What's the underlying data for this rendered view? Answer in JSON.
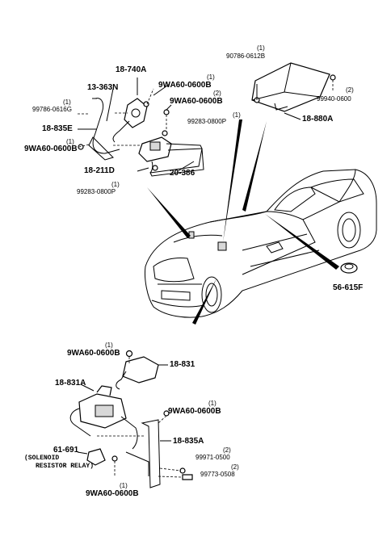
{
  "labels": {
    "p18_740a": "18-740A",
    "p13_363n": "13-363N",
    "p9wa_a": "9WA60-0600B",
    "q9wa_a": "(1)",
    "p9wa_b": "9WA60-0600B",
    "q9wa_b": "(2)",
    "p99786": "99786-0616G",
    "q99786": "(1)",
    "p99283a": "99283-0800P",
    "q99283a": "(1)",
    "p18_835e": "18-835E",
    "p9wa_c": "9WA60-0600B",
    "q9wa_c": "(1)",
    "p18_211d": "18-211D",
    "p20_386": "20-386",
    "p99283b": "99283-0800P",
    "q99283b": "(1)",
    "p90786": "90786-0612B",
    "q90786": "(1)",
    "p99940": "99940-0600",
    "q99940": "(2)",
    "p18_880a": "18-880A",
    "p56_615f": "56-615F",
    "p9wa_d": "9WA60-0600B",
    "q9wa_d": "(1)",
    "p18_831": "18-831",
    "p18_831a": "18-831A",
    "p9wa_e": "9WA60-0600B",
    "q9wa_e": "(1)",
    "p18_835a": "18-835A",
    "p61_691": "61-691",
    "note1": "(SOLENOID",
    "note2": "RESISTOR RELAY)",
    "p99971": "99971-0500",
    "q99971": "(2)",
    "p99773": "99773-0508",
    "q99773": "(2)",
    "p9wa_f": "9WA60-0600B",
    "q9wa_f": "(1)"
  }
}
